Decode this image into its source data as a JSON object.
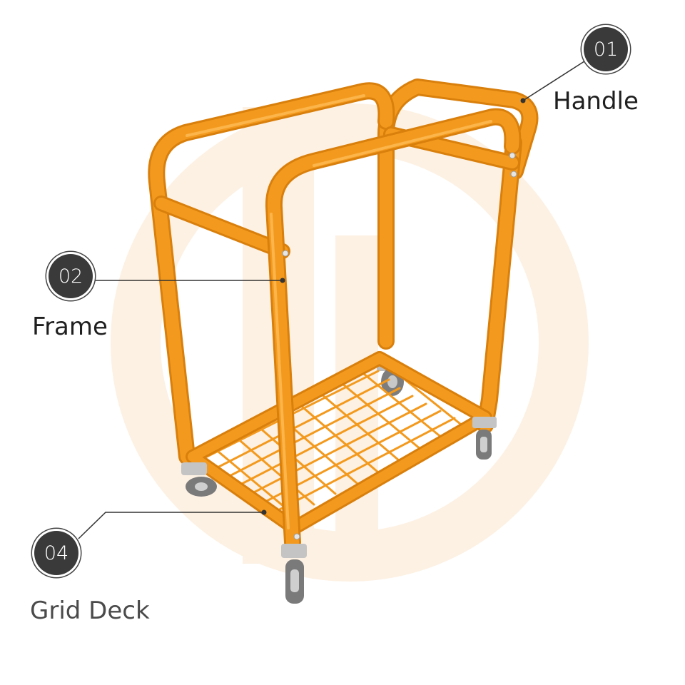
{
  "callouts": [
    {
      "number": "01",
      "label": "Handle"
    },
    {
      "number": "02",
      "label": "Frame"
    },
    {
      "number": "04",
      "label": "Grid Deck"
    }
  ],
  "colors": {
    "frame_orange": "#f39a1e",
    "frame_shadow": "#d97f0c",
    "frame_highlight": "#ffc15c",
    "watermark": "#fdf1e3",
    "badge": "#3a3a3a",
    "leader_line": "#333333",
    "caster": "#8a8a8a"
  },
  "icons": {
    "product": "orange-steel-trolley-illustration",
    "watermark": "brand-logo-watermark"
  }
}
